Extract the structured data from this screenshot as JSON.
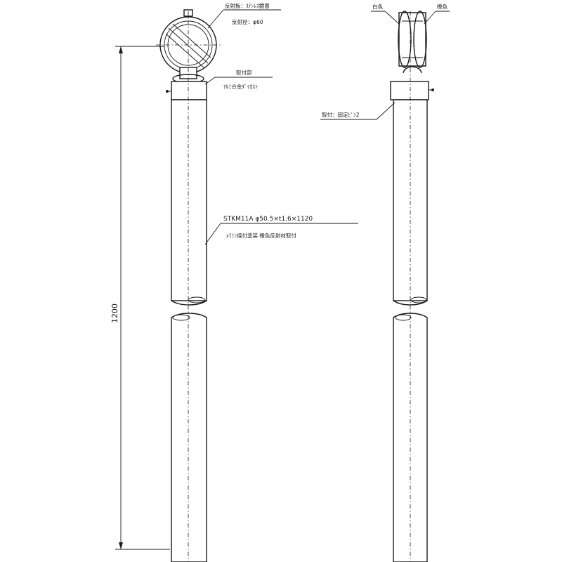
{
  "labels": {
    "top_line1": "反射板：ｽﾃﾝﾚｽ鏡面",
    "top_line2": "反射径：φ60",
    "cap_line1": "取付部",
    "cap_line2": "ｱﾙﾐ合金ﾀﾞｲｶｽﾄ",
    "pipe_line1": "STKM11A φ50.5×t1.6×1120",
    "pipe_line2": "ﾒﾗﾐﾝ焼付塗装 橙色反射材取付",
    "side_left": "白色",
    "side_right": "橙色",
    "side_cap": "取付：固定ﾋﾟﾝ2"
  },
  "dimension": {
    "height": "1200"
  },
  "colors": {
    "line": "#1a1a1a",
    "background": "#ffffff"
  }
}
